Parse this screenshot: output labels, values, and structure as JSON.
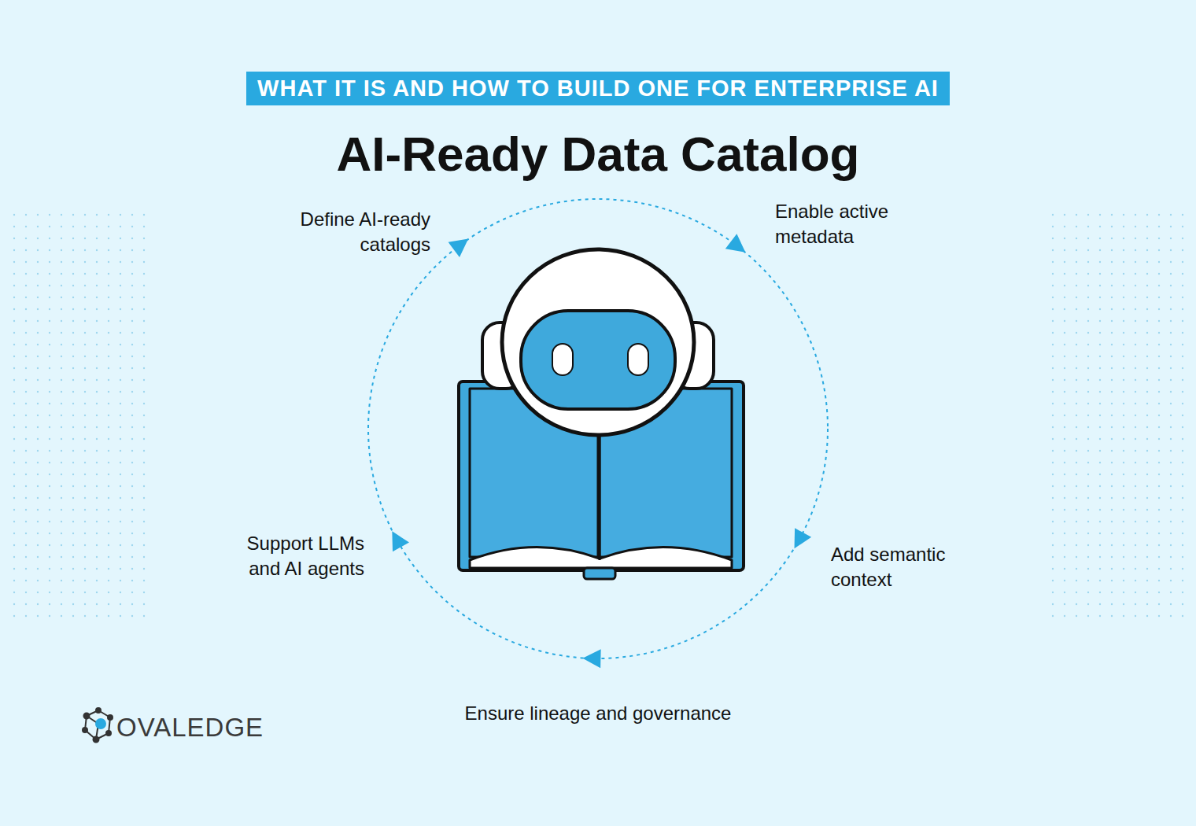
{
  "diagram": {
    "title": "AI-Ready Data Catalog",
    "nodes": [
      {
        "text": [
          "WHAT IT IS AND HOW TO BUILD ONE FOR ENTERPRISE AI"
        ]
      }
    ],
    "labels": [
      "Define AI-ready catalogs",
      "Enable active metadata",
      "Add semantic context",
      "Ensure lineage and governance",
      "Support LLMs and AI agents",
      "OVALEDGE"
    ]
  }
}
